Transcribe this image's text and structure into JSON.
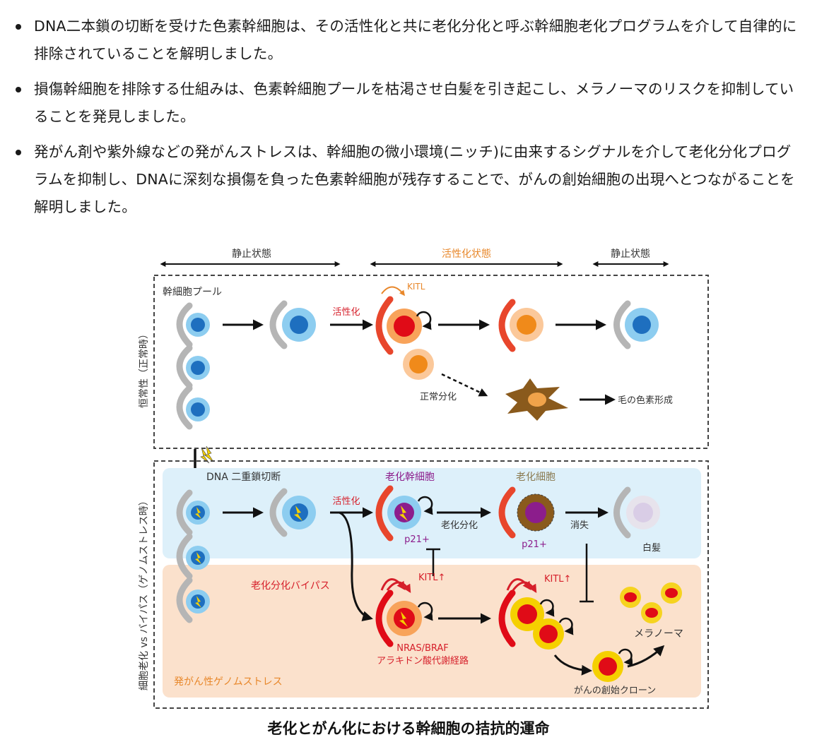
{
  "bullets": [
    "DNA二本鎖の切断を受けた色素幹細胞は、その活性化と共に老化分化と呼ぶ幹細胞老化プログラムを介して自律的に排除されていることを解明しました。",
    "損傷幹細胞を排除する仕組みは、色素幹細胞プールを枯渇させ白髪を引き起こし、メラノーマのリスクを抑制していることを発見しました。",
    "発がん剤や紫外線などの発がんストレスは、幹細胞の微小環境(ニッチ)に由来するシグナルを介して老化分化プログラムを抑制し、DNAに深刻な損傷を負った色素幹細胞が残存することで、がんの創始細胞の出現へとつながることを解明しました。"
  ],
  "diagram": {
    "phase_quiescent_1": "静止状態",
    "phase_active": "活性化状態",
    "phase_quiescent_2": "静止状態",
    "stem_cell_pool": "幹細胞プール",
    "homeostasis_label": "恒常性（正常時）",
    "activation_1": "活性化",
    "kitl_top": "KITL",
    "normal_diff": "正常分化",
    "hair_pigmentation": "毛の色素形成",
    "dna_dsb": "DNA 二重鎖切断",
    "activation_2": "活性化",
    "senescent_stem": "老化幹細胞",
    "senescent_cell": "老化細胞",
    "senescent_diff": "老化分化",
    "p21_a": "p21+",
    "p21_b": "p21+",
    "elimination": "消失",
    "white_hair": "白髪",
    "kitl_up_1": "KITL↑",
    "kitl_up_2": "KITL↑",
    "bypass": "老化分化バイパス",
    "nras_braf": "NRAS/BRAF",
    "arachidonic": "アラキドン酸代謝経路",
    "melanoma": "メラノーマ",
    "founder_clone": "がんの創始クローン",
    "oncogenic_stress": "発がん性ゲノムストレス",
    "left_side_label": "細胞老化 vs バイパス（ゲノムストレス時）"
  },
  "colors": {
    "blue_cell": "#1e6fbf",
    "blue_halo": "#8dcdf0",
    "red_cell": "#e00b17",
    "orange_cell": "#f08a1a",
    "niche_red": "#e8462c",
    "niche_gray": "#b5b5b5",
    "panel_blue": "#ddf0fa",
    "panel_peach": "#fbe1cc",
    "purple": "#8c1d8c",
    "melanocyte": "#8a5a1c"
  },
  "caption": "老化とがん化における幹細胞の拮抗的運命"
}
